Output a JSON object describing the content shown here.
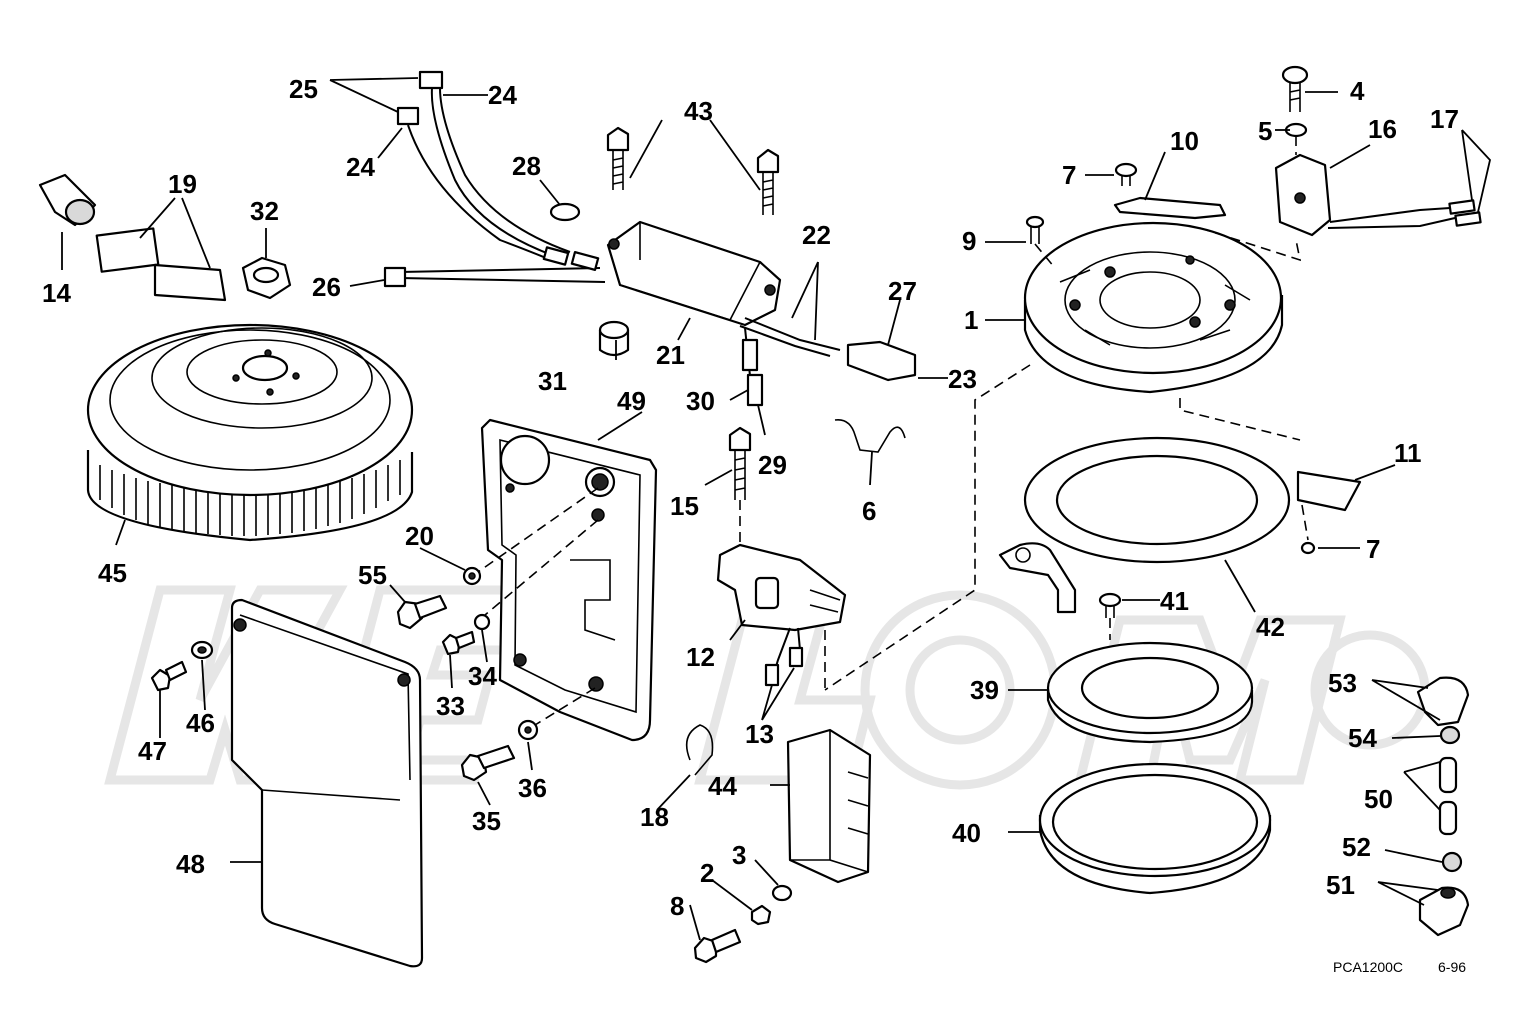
{
  "drawing_code": "PCA1200C",
  "drawing_date": "6-96",
  "callouts": {
    "c1": "1",
    "c2": "2",
    "c3": "3",
    "c4": "4",
    "c5": "5",
    "c6": "6",
    "c7a": "7",
    "c7b": "7",
    "c8": "8",
    "c9": "9",
    "c10": "10",
    "c11": "11",
    "c12": "12",
    "c13": "13",
    "c14": "14",
    "c15": "15",
    "c16": "16",
    "c17": "17",
    "c18": "18",
    "c19": "19",
    "c20": "20",
    "c21": "21",
    "c22": "22",
    "c23": "23",
    "c24a": "24",
    "c24b": "24",
    "c25": "25",
    "c26": "26",
    "c27": "27",
    "c28": "28",
    "c29": "29",
    "c30": "30",
    "c31": "31",
    "c32": "32",
    "c33": "33",
    "c34": "34",
    "c35": "35",
    "c36": "36",
    "c39": "39",
    "c40": "40",
    "c41": "41",
    "c42": "42",
    "c43": "43",
    "c44": "44",
    "c45": "45",
    "c46": "46",
    "c47": "47",
    "c48": "48",
    "c49": "49",
    "c50": "50",
    "c51": "51",
    "c52": "52",
    "c53": "53",
    "c54": "54",
    "c55": "55"
  }
}
